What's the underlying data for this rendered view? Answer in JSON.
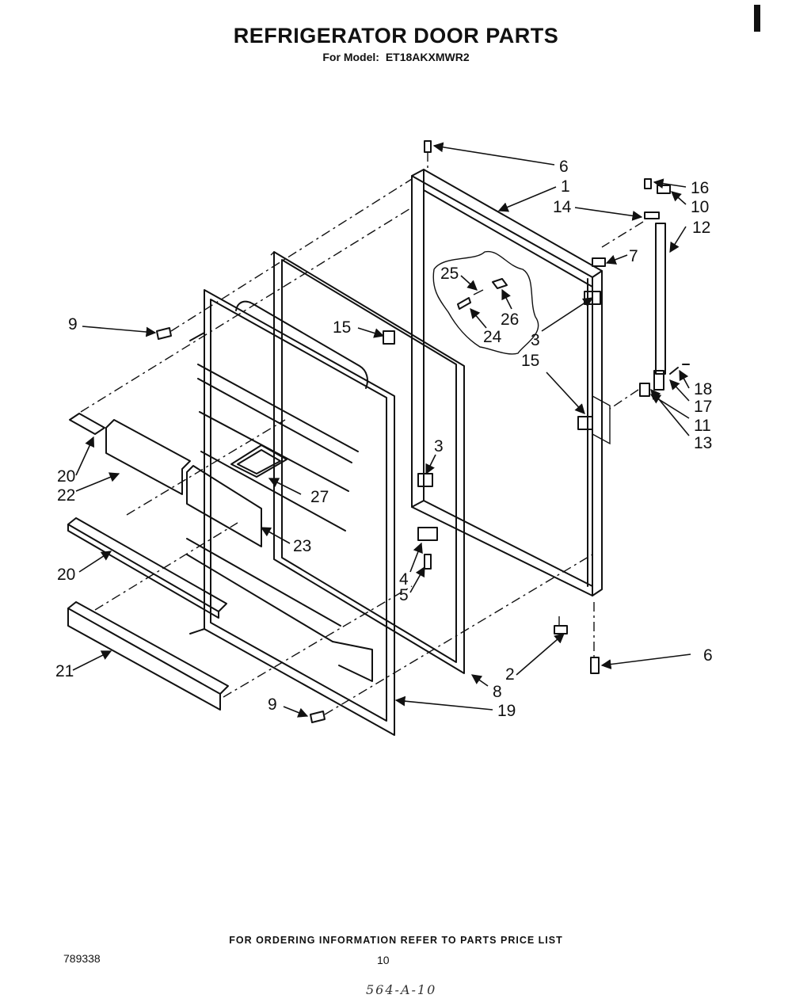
{
  "header": {
    "title": "REFRIGERATOR DOOR PARTS",
    "model_prefix": "For Model:",
    "model_number": "ET18AKXMWR2"
  },
  "footer": {
    "ordering_note": "FOR ORDERING INFORMATION REFER TO PARTS PRICE LIST",
    "document_number": "789338",
    "page_number": "10",
    "handwritten_note": "564-A-10"
  },
  "callouts": [
    "1",
    "2",
    "3",
    "3",
    "4",
    "5",
    "6",
    "6",
    "7",
    "8",
    "9",
    "9",
    "10",
    "11",
    "12",
    "13",
    "14",
    "15",
    "15",
    "16",
    "17",
    "18",
    "19",
    "20",
    "20",
    "21",
    "22",
    "23",
    "24",
    "25",
    "26",
    "27"
  ]
}
